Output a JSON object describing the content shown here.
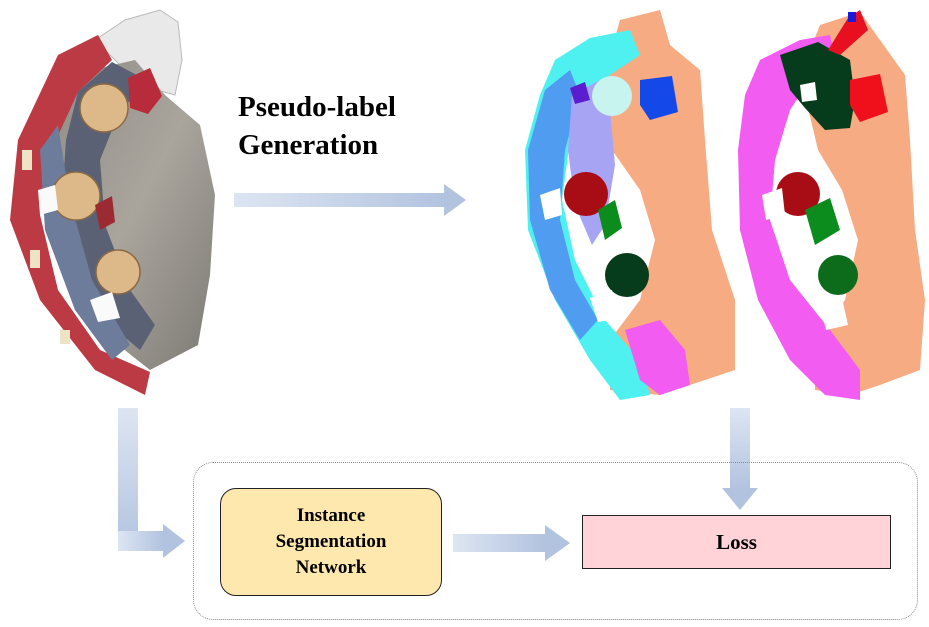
{
  "pseudo_label": {
    "line1": "Pseudo-label",
    "line2": "Generation"
  },
  "network": {
    "line1": "Instance",
    "line2": "Segmentation",
    "line3": "Network"
  },
  "loss": {
    "label": "Loss"
  },
  "colors": {
    "arrow": "#c4d1e8",
    "arrow_dark": "#a9bad9",
    "network_fill": "#ffe8ae",
    "loss_fill": "#ffd3d8",
    "floor_peach": "#f7ab82",
    "wall_magenta": "#f25cf0",
    "wall_cyan": "#4ff0f0",
    "wall_blue": "#4f9cf0",
    "wall_lavender": "#a8a4f4",
    "chair_red": "#a80c14",
    "chair_green": "#0c8c1c",
    "chair_dark": "#063c1c",
    "chair_bright_red": "#f0101c",
    "chair_blue": "#1448e8"
  }
}
